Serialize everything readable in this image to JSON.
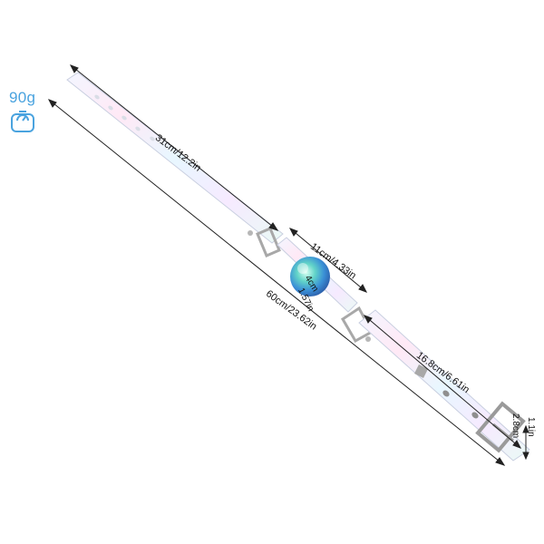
{
  "weight": {
    "value": "90g",
    "icon": "scale-icon",
    "color": "#4aa3df"
  },
  "dimensions": {
    "strap_segment": "31cm/12.2in",
    "ball_strap_segment": "11cm/4.33in",
    "ball_diameter_cm": "4cm",
    "ball_diameter_in": "1.57in",
    "total_length": "60cm/23.62in",
    "buckle_segment": "16.8cm/6.61in",
    "strap_width_cm": "2.8cm",
    "strap_width_in": "1.1in"
  }
}
